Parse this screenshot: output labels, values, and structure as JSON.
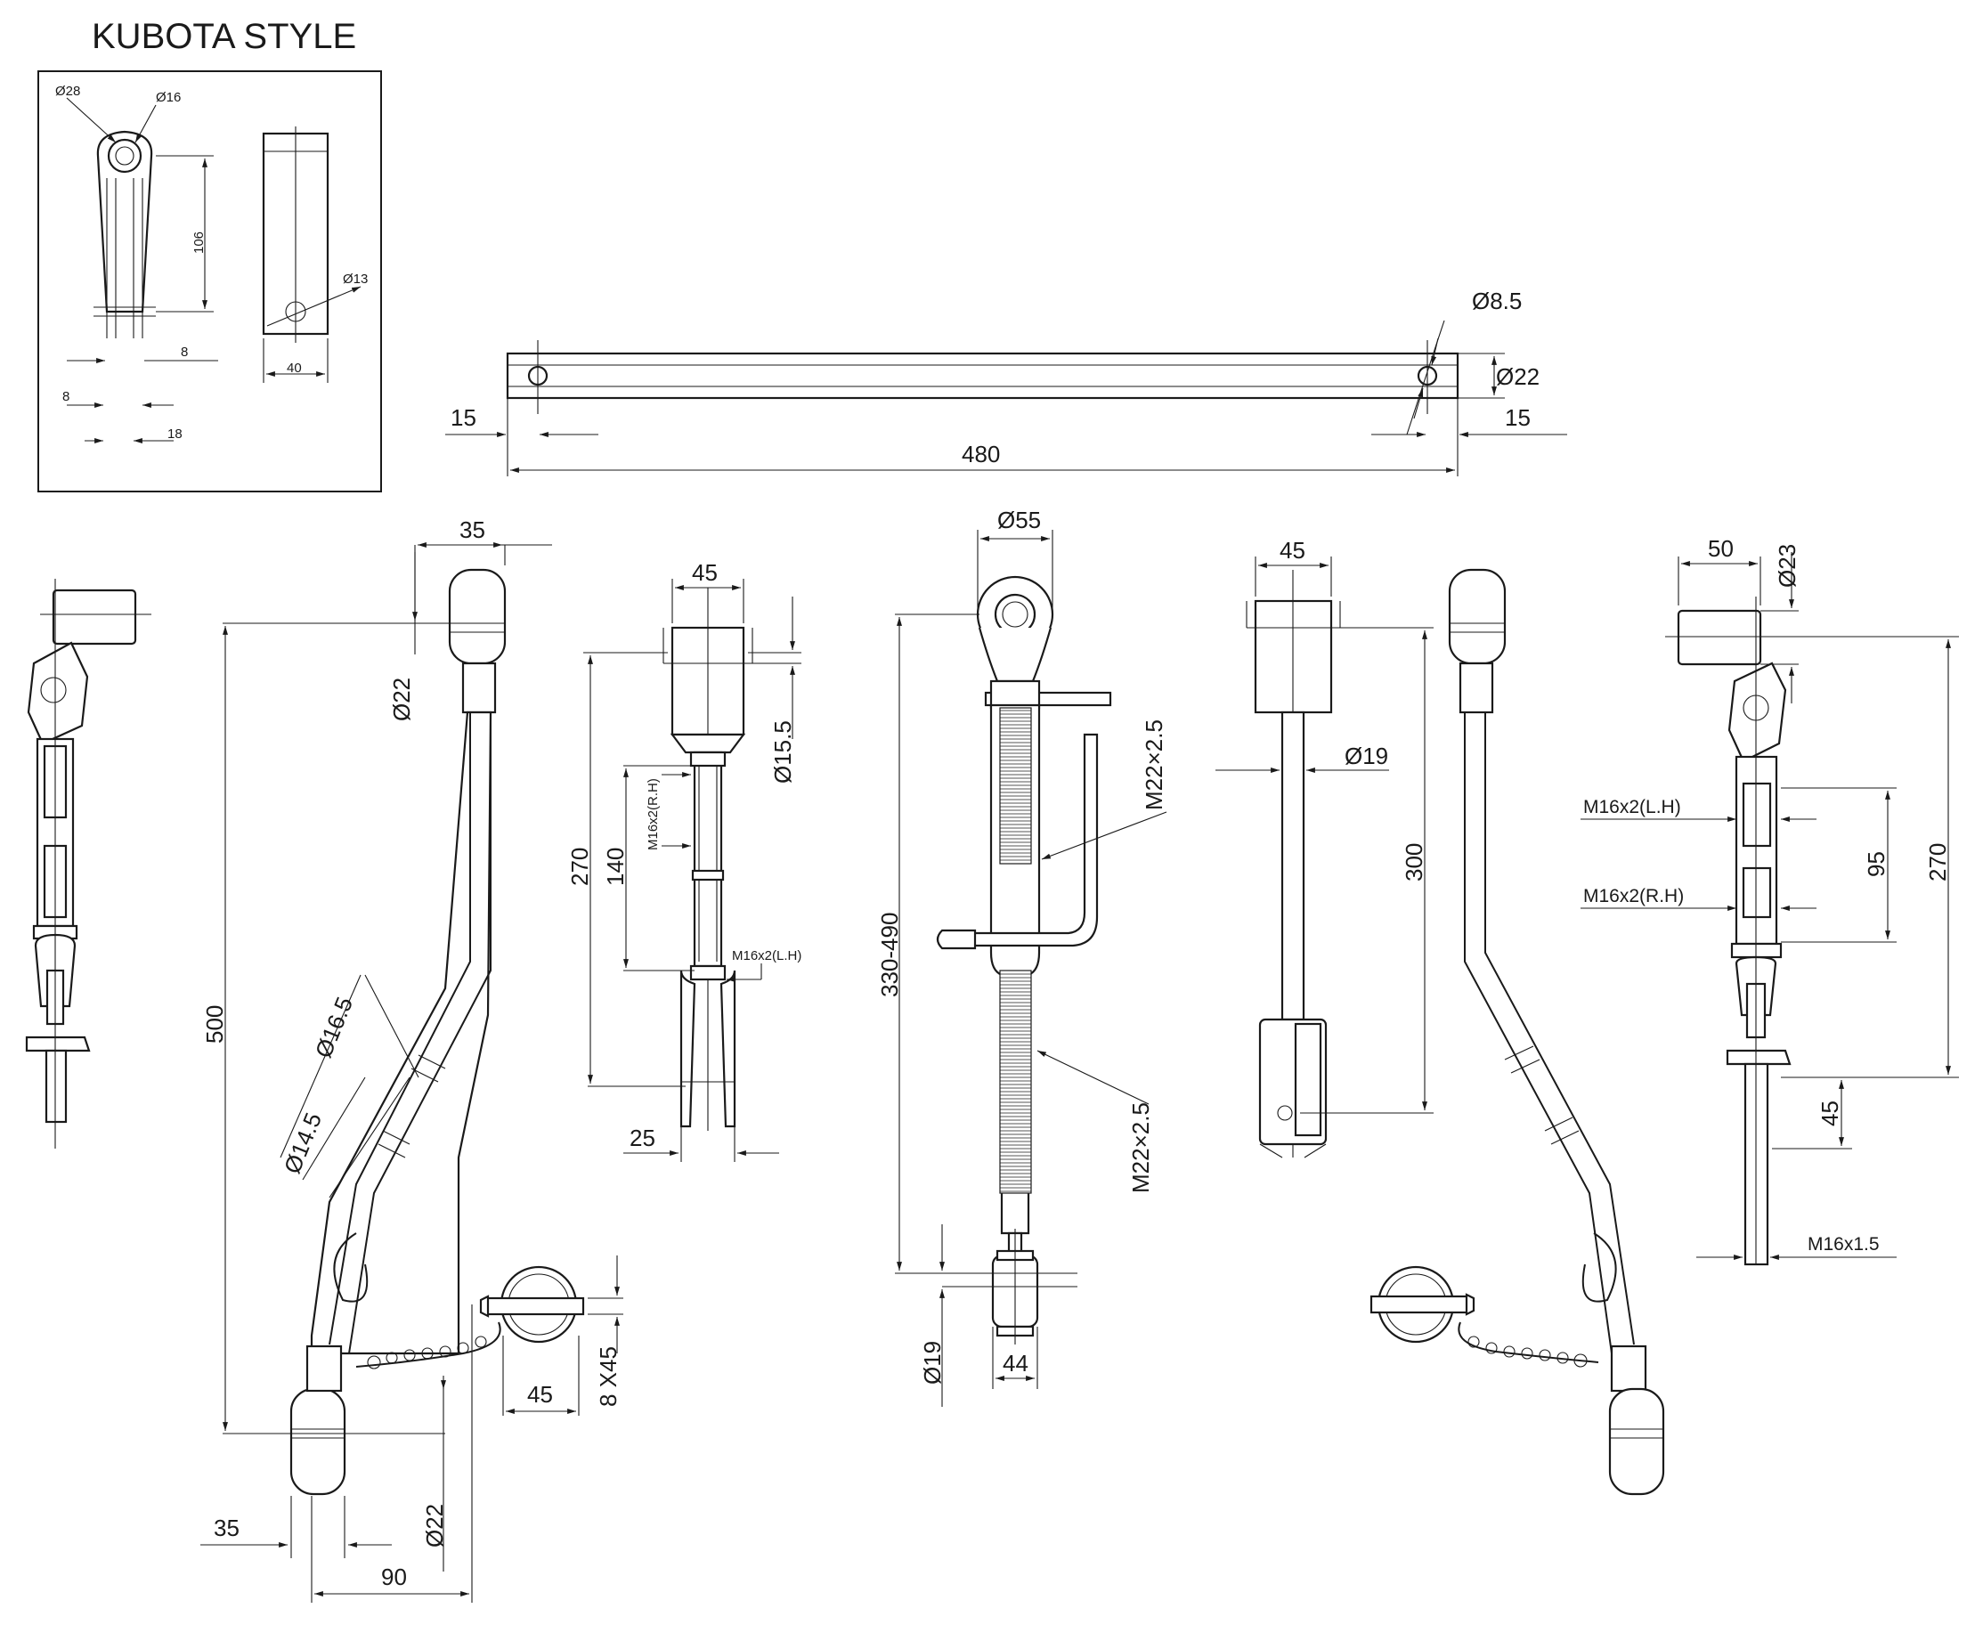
{
  "title": "KUBOTA STYLE",
  "inset": {
    "dia_28": "Ø28",
    "dia_16": "Ø16",
    "len_106": "106",
    "dia_13": "Ø13",
    "w_8a": "8",
    "w_8b": "8",
    "w_40": "40",
    "w_18": "18"
  },
  "bar": {
    "dia_hole": "Ø8.5",
    "dia_bar": "Ø22",
    "end_left": "15",
    "end_right": "15",
    "length": "480"
  },
  "lift_rod": {
    "top_width": "35",
    "top_dia": "Ø22",
    "length": "500",
    "dia_a": "Ø16.5",
    "dia_b": "Ø14.5",
    "pin_dia": "Ø22",
    "bottom_width": "35",
    "offset": "90",
    "pin_len": "45",
    "pin_size": "8 X45"
  },
  "adjuster": {
    "fork_width": "45",
    "hole_dia": "Ø15.5",
    "thread_rh": "M16x2(R.H)",
    "thread_lh": "M16x2(L.H)",
    "stroke": "140",
    "length": "270",
    "base_width": "25"
  },
  "top_link": {
    "ball_dia": "Ø55",
    "thread_top": "M22×2.5",
    "thread_bottom": "M22×2.5",
    "length_range": "330-490",
    "pin_dia": "Ø19",
    "pin_width": "44"
  },
  "fork_rod": {
    "fork_width": "45",
    "rod_dia": "Ø19",
    "length": "300"
  },
  "stabilizer": {
    "width": "50",
    "dia": "Ø23",
    "thread_lh": "M16x2(L.H)",
    "thread_rh": "M16x2(R.H)",
    "stroke": "95",
    "length": "270",
    "end_len": "45",
    "end_thread": "M16x1.5"
  }
}
